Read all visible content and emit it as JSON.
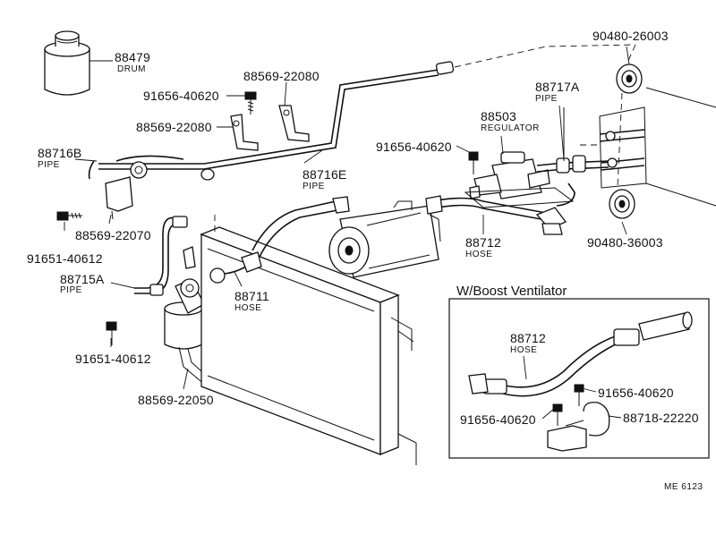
{
  "labels": {
    "drum": {
      "num": "88479",
      "sub": "DRUM"
    },
    "bolt_top": {
      "num": "91656-40620"
    },
    "clamp_top_right": {
      "num": "88569-22080"
    },
    "clamp_top_left": {
      "num": "88569-22080"
    },
    "pipe_b": {
      "num": "88716B",
      "sub": "PIPE"
    },
    "pipe_e": {
      "num": "88716E",
      "sub": "PIPE"
    },
    "clamp_pipe_b": {
      "num": "88569-22070"
    },
    "bolt_left": {
      "num": "91651-40612"
    },
    "pipe_a": {
      "num": "88715A",
      "sub": "PIPE"
    },
    "hose_11": {
      "num": "88711",
      "sub": "HOSE"
    },
    "bolt_lower_left": {
      "num": "91651-40612"
    },
    "clamp_bottom": {
      "num": "88569-22050"
    },
    "regulator": {
      "num": "88503",
      "sub": "REGULATOR"
    },
    "bolt_regulator": {
      "num": "91656-40620"
    },
    "pipe_17a": {
      "num": "88717A",
      "sub": "PIPE"
    },
    "grommet_top": {
      "num": "90480-26003"
    },
    "grommet_bottom": {
      "num": "90480-36003"
    },
    "hose_12": {
      "num": "88712",
      "sub": "HOSE"
    },
    "inset_hose": {
      "num": "88712",
      "sub": "HOSE"
    },
    "inset_bolt_right": {
      "num": "91656-40620"
    },
    "inset_bolt_left": {
      "num": "91656-40620"
    },
    "inset_clamp": {
      "num": "88718-22220"
    }
  },
  "inset_title": "W/Boost Ventilator",
  "figure_code": "ME 6123"
}
